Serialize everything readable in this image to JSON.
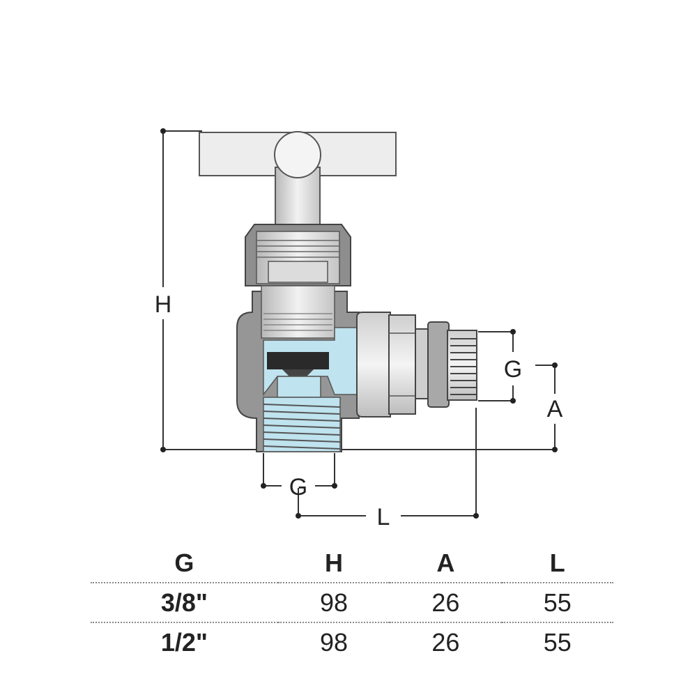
{
  "diagram": {
    "labels": {
      "h": "H",
      "g_right": "G",
      "a": "A",
      "g_bottom": "G",
      "l": "L"
    }
  },
  "table": {
    "headers": [
      "G",
      "H",
      "A",
      "L"
    ],
    "rows": [
      [
        "3/8\"",
        "98",
        "26",
        "55"
      ],
      [
        "1/2\"",
        "98",
        "26",
        "55"
      ]
    ]
  }
}
